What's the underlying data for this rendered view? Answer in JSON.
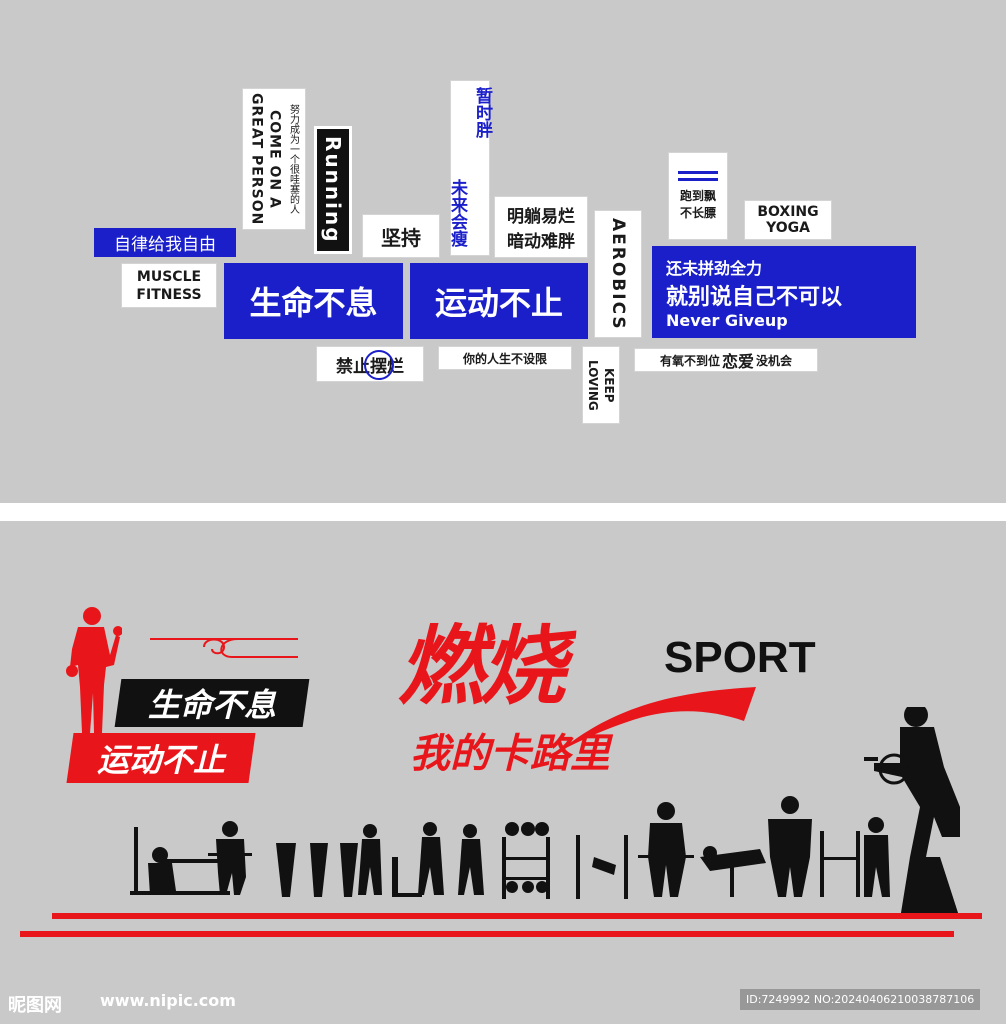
{
  "top": {
    "blocks": {
      "come_on": "COME ON A GREAT PERSON",
      "come_on_sub": "努力成为一个很哇塞的人",
      "running": "Running",
      "self_discipline": "自律给我自由",
      "persist": "坚持",
      "muscle_fitness": "MUSCLE FITNESS",
      "life_motto": "生命不息",
      "sport_motto": "运动不止",
      "fat_now": "暂时胖",
      "slim_future": "未来会瘦",
      "fat_poem_1": "明躺易烂",
      "fat_poem_2": "暗动难胖",
      "aerobics": "AEROBICS",
      "run_float_1": "跑到飘",
      "run_float_2": "不长膘",
      "boxing": "BOXING",
      "yoga": "YOGA",
      "blue_line_1": "还未拼劲全力",
      "blue_line_2": "就别说自己不可以",
      "blue_line_3": "Never Giveup",
      "no_slacking": "禁止摆烂",
      "no_limits": "你的人生不设限",
      "keep_loving": "KEEP LOVING",
      "aerobic_love_1": "有氧不到位",
      "aerobic_love_2": "恋爱",
      "aerobic_love_3": "没机会"
    }
  },
  "bottom": {
    "life_motto": "生命不息",
    "sport_motto": "运动不止",
    "burn": "燃烧",
    "sport": "SPORT",
    "calories": "我的卡路里"
  },
  "watermark": {
    "logo": "昵图网",
    "url": "www.nipic.com",
    "id": "ID:7249992 NO:20240406210038787106"
  },
  "colors": {
    "blue": "#1a1fc9",
    "red": "#e8161b",
    "background": "#c9c9c9"
  }
}
